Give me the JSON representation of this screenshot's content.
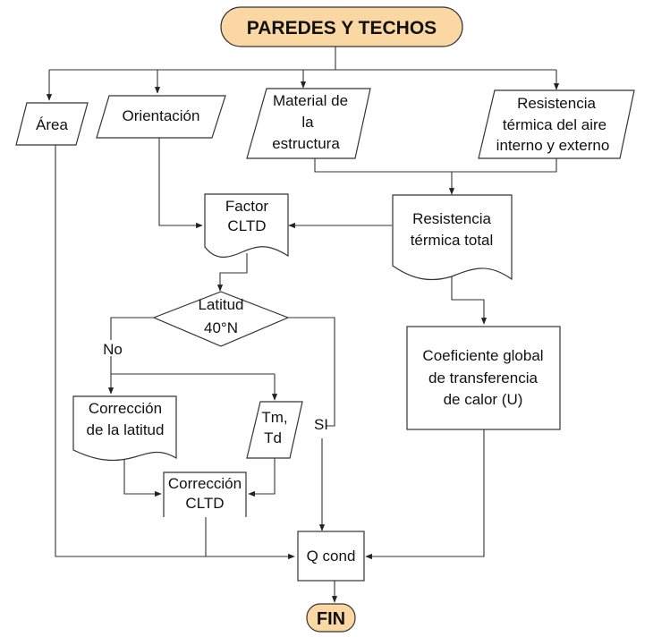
{
  "diagram": {
    "start": {
      "label": "PAREDES Y TECHOS",
      "color": "#fbd7a4"
    },
    "inputs": {
      "area": "Área",
      "orientacion": "Orientación",
      "material": [
        "Material de",
        "la",
        "estructura"
      ],
      "resistencia_aire": [
        "Resistencia",
        "térmica del aire",
        "interno y externo"
      ]
    },
    "factor_cltd": [
      "Factor",
      "CLTD"
    ],
    "resistencia_total": [
      "Resistencia",
      "térmica total"
    ],
    "decision": {
      "label": [
        "Latitud",
        "40°N"
      ],
      "no": "No",
      "si": "SI"
    },
    "correccion_latitud": [
      "Corrección",
      "de la latitud"
    ],
    "tm_td": [
      "Tm,",
      "Td"
    ],
    "correccion_cltd": [
      "Corrección",
      "CLTD"
    ],
    "coeficiente": [
      "Coeficiente global",
      "de transferencia",
      "de calor (U)"
    ],
    "q_cond": "Q cond",
    "end": {
      "label": "FIN",
      "color": "#fbd7a4"
    }
  }
}
